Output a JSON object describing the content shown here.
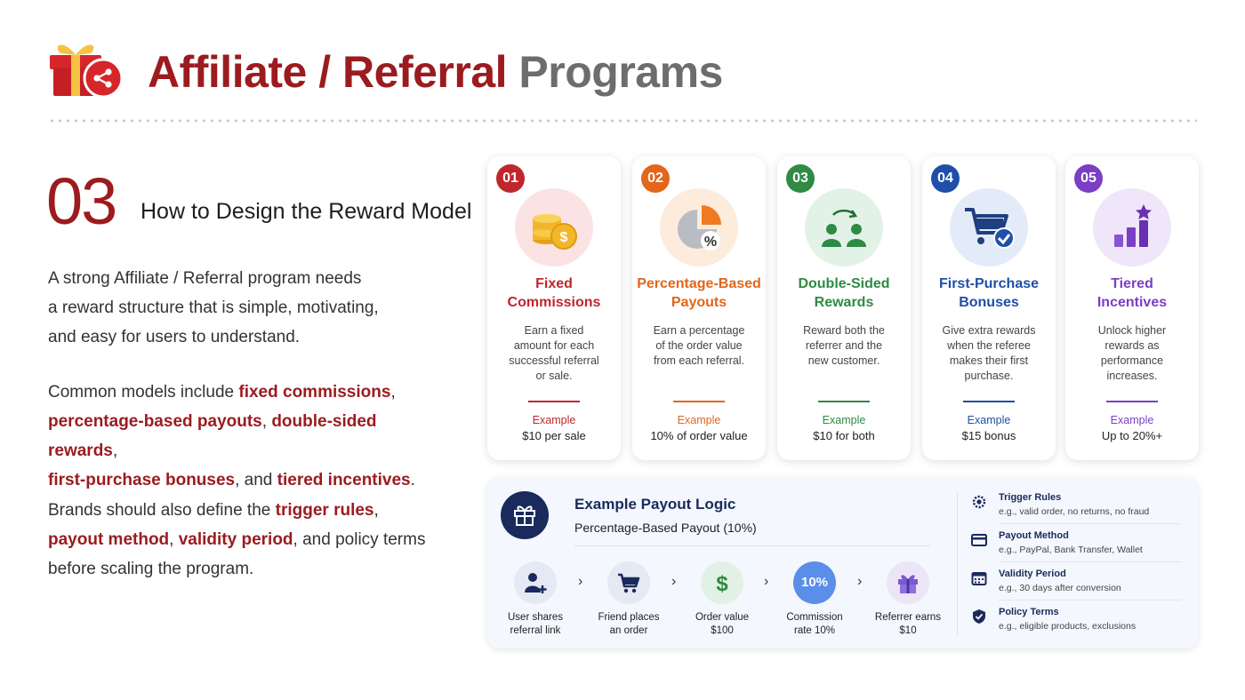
{
  "header": {
    "title_part1": "Affiliate / Referral",
    "title_part2": "Programs",
    "logo_icon": "gift-share-icon"
  },
  "section": {
    "number": "03",
    "title": "How to Design the Reward Model"
  },
  "paragraphs": {
    "p1": {
      "line1": "A strong Affiliate / Referral program needs",
      "line2": "a reward structure that is simple, motivating,",
      "line3": "and easy for users to understand."
    },
    "p2": {
      "pre": "Common models include ",
      "h1": "fixed commissions",
      "s1": ",",
      "h2": "percentage-based payouts",
      "s2": ", ",
      "h3": "double-sided rewards",
      "s3": ",",
      "h4": "first-purchase bonuses",
      "s4": ", and ",
      "h5": "tiered incentives",
      "s5": "."
    },
    "p3": {
      "pre": "Brands should also define the ",
      "h1": "trigger rules",
      "s1": ",",
      "h2": "payout method",
      "s2": ", ",
      "h3": "validity period",
      "s3": ", and policy terms",
      "post": "before scaling the program."
    }
  },
  "cards": [
    {
      "badge": "01",
      "title1": "Fixed",
      "title2": "Commissions",
      "desc1": "Earn a fixed",
      "desc2": "amount for each",
      "desc3": "successful referral",
      "desc4": "or sale.",
      "example_label": "Example",
      "example_value": "$10 per sale",
      "color": "#c0262c",
      "tint": "#fbe3e4",
      "icon": "coins-icon"
    },
    {
      "badge": "02",
      "title1": "Percentage-Based",
      "title2": "Payouts",
      "desc1": "Earn a percentage",
      "desc2": "of the order value",
      "desc3": "from each referral.",
      "desc4": "",
      "example_label": "Example",
      "example_value": "10% of order value",
      "color": "#e2661b",
      "tint": "#fdebdc",
      "icon": "pie-chart-percent-icon"
    },
    {
      "badge": "03",
      "title1": "Double-Sided",
      "title2": "Rewards",
      "desc1": "Reward both the",
      "desc2": "referrer and the",
      "desc3": "new customer.",
      "desc4": "",
      "example_label": "Example",
      "example_value": "$10 for both",
      "color": "#2f8a43",
      "tint": "#e3f2e6",
      "icon": "two-users-exchange-icon"
    },
    {
      "badge": "04",
      "title1": "First-Purchase",
      "title2": "Bonuses",
      "desc1": "Give extra rewards",
      "desc2": "when the referee",
      "desc3": "makes their first",
      "desc4": "purchase.",
      "example_label": "Example",
      "example_value": "$15 bonus",
      "color": "#1f4fa8",
      "tint": "#e4ebf8",
      "icon": "cart-check-icon"
    },
    {
      "badge": "05",
      "title1": "Tiered",
      "title2": "Incentives",
      "desc1": "Unlock higher",
      "desc2": "rewards as",
      "desc3": "performance",
      "desc4": "increases.",
      "example_label": "Example",
      "example_value": "Up to 20%+",
      "color": "#7a3fc4",
      "tint": "#efe6f9",
      "icon": "tier-bars-star-icon"
    }
  ],
  "payout": {
    "title": "Example Payout Logic",
    "subtitle": "Percentage-Based Payout (10%)",
    "steps": [
      {
        "line1": "User shares",
        "line2": "referral link",
        "icon": "user-add-icon"
      },
      {
        "line1": "Friend places",
        "line2": "an order",
        "icon": "cart-icon"
      },
      {
        "line1": "Order value",
        "line2": "$100",
        "icon": "dollar-icon"
      },
      {
        "line1": "Commission",
        "line2": "rate 10%",
        "icon_text": "10%"
      },
      {
        "line1": "Referrer earns",
        "line2": "$10",
        "icon": "gift-icon"
      }
    ],
    "arrow": "›",
    "rules": [
      {
        "title": "Trigger Rules",
        "desc": "e.g., valid order, no returns, no fraud",
        "icon": "gear-icon"
      },
      {
        "title": "Payout Method",
        "desc": "e.g., PayPal, Bank Transfer, Wallet",
        "icon": "card-icon"
      },
      {
        "title": "Validity Period",
        "desc": "e.g., 30 days after conversion",
        "icon": "calendar-icon"
      },
      {
        "title": "Policy Terms",
        "desc": "e.g., eligible products, exclusions",
        "icon": "shield-check-icon"
      }
    ]
  }
}
